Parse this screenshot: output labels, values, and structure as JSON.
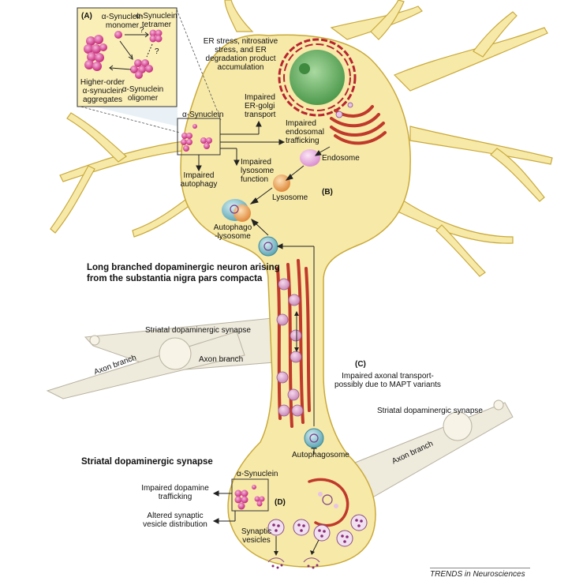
{
  "panels": {
    "a": {
      "letter": "(A)",
      "monomer": "α-Synuclein\nmonomer",
      "tetramer": "α-Synuclein\ntetramer",
      "aggregates": "Higher-order\nα-synuclein\naggregates",
      "oligomer": "α-Synuclein\noligomer",
      "q1": "?",
      "q2": "?"
    },
    "b": {
      "letter": "(B)",
      "er_stress": "ER stress, nitrosative\nstress, and ER\ndegradation product\naccumulation",
      "er_golgi": "Impaired\nER-golgi\ntransport",
      "endosomal": "Impaired\nendosomal\ntrafficking",
      "endosome": "Endosome",
      "lysosome_function": "Impaired\nlysosome\nfunction",
      "lysosome": "Lysosome",
      "autophagy": "Impaired\nautophagy",
      "synuclein": "α-Synuclein",
      "autophagolysosome": "Autophago\n-lysosome"
    },
    "c": {
      "letter": "(C)",
      "transport": "Impaired axonal transport-\npossibly due to MAPT variants"
    },
    "d": {
      "letter": "(D)",
      "synuclein": "α-Synuclein",
      "dopamine": "Impaired dopamine\ntrafficking",
      "vesicle_dist": "Altered synaptic\nvesicle distribution",
      "synaptic_vesicles": "Synaptic\nvesicles",
      "autophagosome": "Autophagosome"
    }
  },
  "neuron_title": "Long branched dopaminergic neuron arising\nfrom the substantia nigra pars compacta",
  "synapse_title": "Striatal dopaminergic synapse",
  "left_synapse": "Striatal dopaminergic synapse",
  "right_synapse": "Striatal dopaminergic synapse",
  "axon_branch_left": "Axon branch",
  "axon_branch_mid": "Axon branch",
  "axon_branch_right": "Axon branch",
  "journal": "TRENDS in Neurosciences",
  "colors": {
    "cell_fill": "#f7e9a8",
    "cell_stroke": "#c9a93a",
    "inset_fill": "#fbefb8",
    "axon_gray": "#eeeadc",
    "microtubule": "#c0392b",
    "synuclein": "#d6478f",
    "nucleus": "#6fb36a",
    "er": "#b8232f"
  }
}
